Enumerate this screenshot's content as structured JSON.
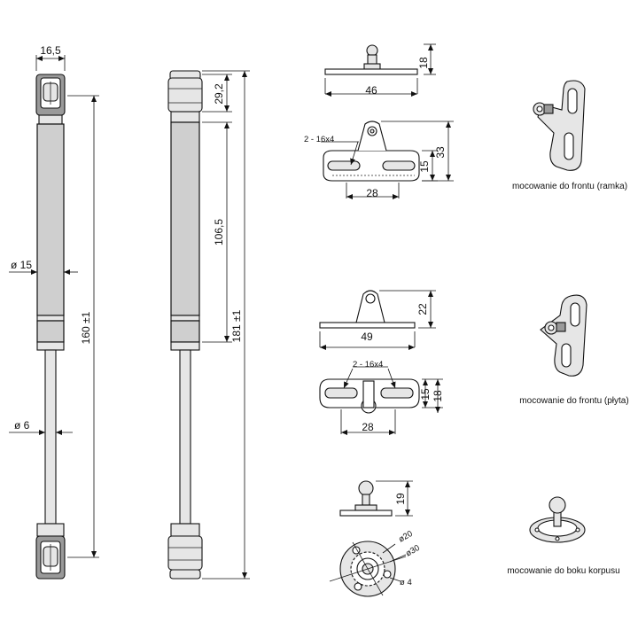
{
  "strut_front": {
    "width_label": "16,5",
    "diameter_body_label": "ø 15",
    "diameter_rod_label": "ø 6",
    "length_label": "160 ±1"
  },
  "strut_side": {
    "end_length_label": "29,2",
    "body_length_label": "106,5",
    "total_length_label": "181 ±1"
  },
  "bracket_frame": {
    "height_label": "18",
    "width_label": "46",
    "hole_label": "2 - 16x4",
    "height_total_label": "33",
    "height_inner_label": "15",
    "slot_spacing_label": "28",
    "caption": "mocowanie do frontu (ramka)"
  },
  "bracket_plate": {
    "height_label": "22",
    "width_label": "49",
    "hole_label": "2 - 16x4",
    "height_inner_label": "15",
    "height_total_label": "18",
    "slot_spacing_label": "28",
    "caption": "mocowanie do frontu (płyta)"
  },
  "bracket_side": {
    "height_label": "19",
    "inner_diameter_label": "ø20",
    "outer_diameter_label": "ø30",
    "hole_label": "ø 4",
    "caption": "mocowanie do boku korpusu"
  }
}
